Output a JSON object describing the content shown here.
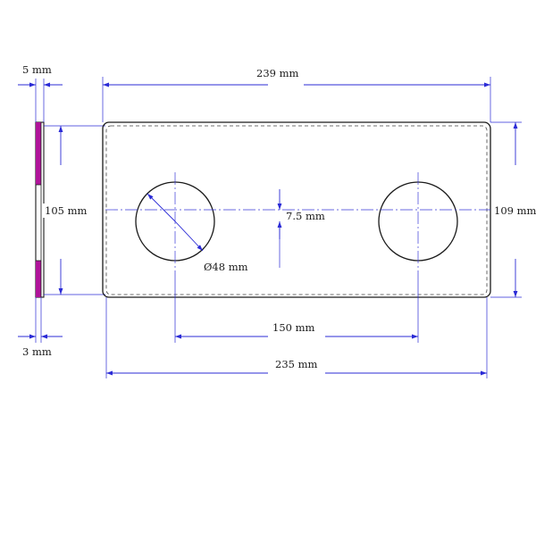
{
  "colors": {
    "dimension": "#2b2bd6",
    "outline": "#1a1a1a",
    "section_fill": "#b0149a"
  },
  "dimensions": {
    "thickness_total": "5 mm",
    "thickness_inner": "3 mm",
    "overall_width": "239 mm",
    "inner_width": "235 mm",
    "overall_height": "109 mm",
    "inner_height": "105 mm",
    "hole_spacing": "150 mm",
    "hole_diameter": "Ø48 mm",
    "center_offset": "7.5 mm"
  }
}
